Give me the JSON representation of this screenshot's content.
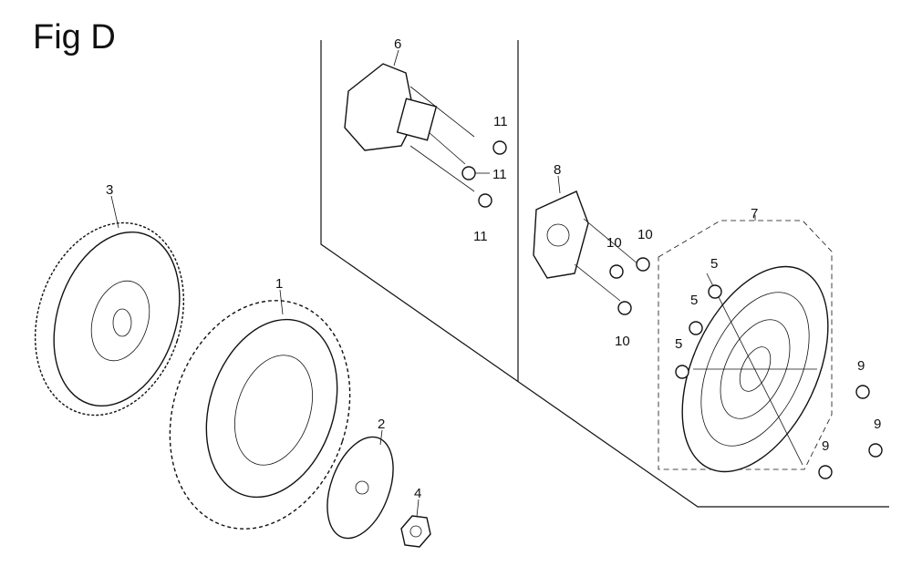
{
  "title": "Fig D",
  "callouts": {
    "c1": "1",
    "c2": "2",
    "c3": "3",
    "c4": "4",
    "c5a": "5",
    "c5b": "5",
    "c5c": "5",
    "c6": "6",
    "c7": "7",
    "c8": "8",
    "c9a": "9",
    "c9b": "9",
    "c9c": "9",
    "c10a": "10",
    "c10b": "10",
    "c10c": "10",
    "c11a": "11",
    "c11b": "11",
    "c11c": "11"
  }
}
